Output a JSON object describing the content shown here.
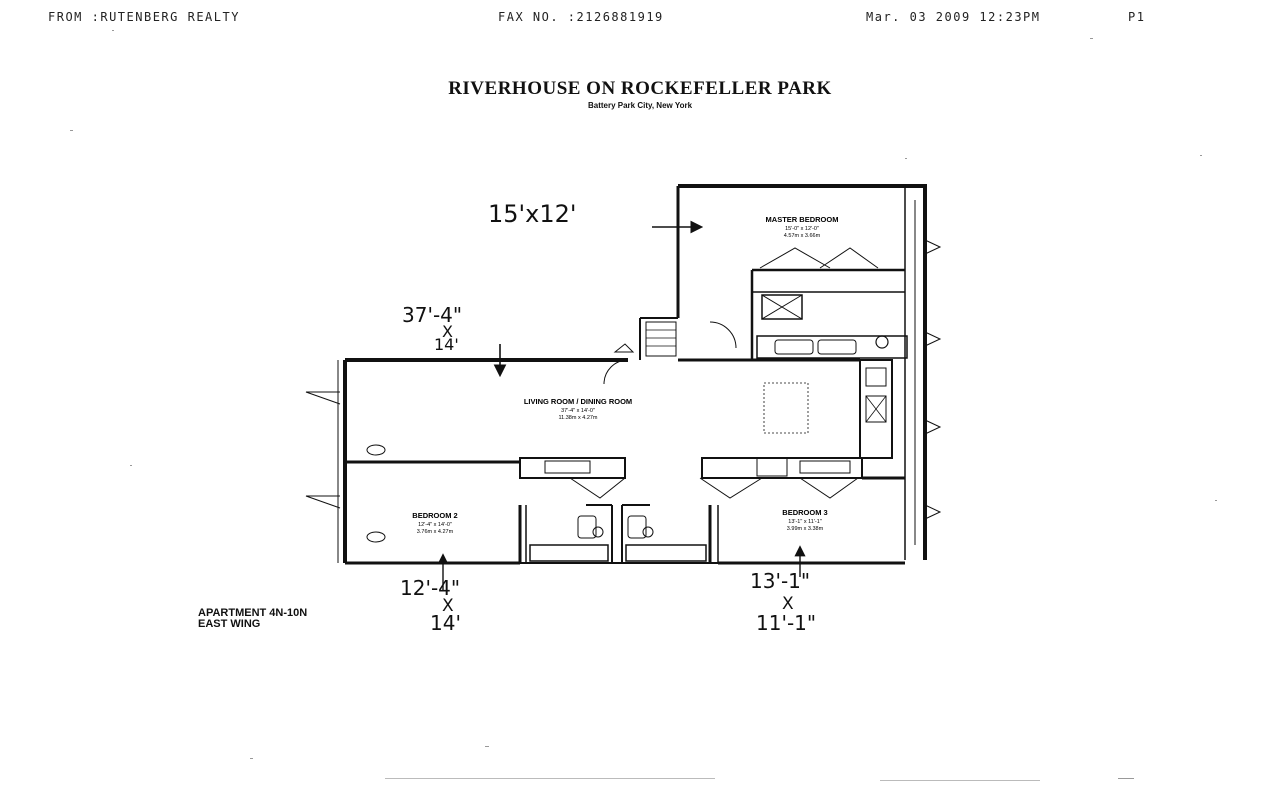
{
  "fax_header": {
    "from": "FROM :RUTENBERG REALTY",
    "fax_no": "FAX NO. :2126881919",
    "date_time": "Mar. 03 2009 12:23PM",
    "page": "P1"
  },
  "document": {
    "title": "RIVERHOUSE ON ROCKEFELLER PARK",
    "subtitle": "Battery Park City, New York"
  },
  "rooms": {
    "master_bedroom": {
      "name": "MASTER BEDROOM",
      "dims_ft": "15'-0\" x 12'-0\"",
      "dims_m": "4.57m x 3.66m"
    },
    "living_dining": {
      "name": "LIVING ROOM / DINING ROOM",
      "dims_ft": "37'-4\" x 14'-0\"",
      "dims_m": "11.38m x 4.27m"
    },
    "bedroom_2": {
      "name": "BEDROOM 2",
      "dims_ft": "12'-4\" x 14'-0\"",
      "dims_m": "3.76m x 4.27m"
    },
    "bedroom_3": {
      "name": "BEDROOM 3",
      "dims_ft": "13'-1\" x 11'-1\"",
      "dims_m": "3.99m x 3.38m"
    }
  },
  "handwritten": {
    "master": "15'x12'",
    "living_a": "37'-4\"",
    "living_x": "X",
    "living_b": "14'",
    "bed2_a": "12'-4\"",
    "bed2_x": "X",
    "bed2_b": "14'",
    "bed3_a": "13'-1\"",
    "bed3_x": "X",
    "bed3_b": "11'-1\""
  },
  "apartment": {
    "line1": "APARTMENT 4N-10N",
    "line2": "EAST WING"
  }
}
